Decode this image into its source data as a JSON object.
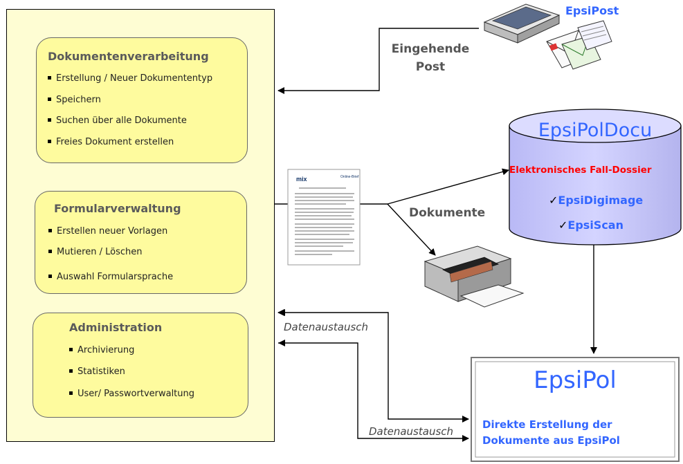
{
  "modules": [
    {
      "title": "Dokumentenverarbeitung",
      "items": [
        "Erstellung / Neuer Dokumententyp",
        "Speichern",
        "Suchen über alle Dokumente",
        "Freies Dokument erstellen"
      ]
    },
    {
      "title": "Formularverwaltung",
      "items": [
        "Erstellen neuer Vorlagen",
        "Mutieren / Löschen",
        "Auswahl Formularsprache"
      ]
    },
    {
      "title": "Administration",
      "items": [
        "Archivierung",
        "Statistiken",
        "User/ Passwortverwaltung"
      ]
    }
  ],
  "epsipost": {
    "label": "EpsiPost",
    "incoming": "Eingehende\nPost"
  },
  "docu": {
    "title": "EpsiPolDocu",
    "subtitle": "Elektronisches Fall-Dossier",
    "items": [
      "EpsiDigimage",
      "EpsiScan"
    ]
  },
  "dokumente_label": "Dokumente",
  "datenaustausch": [
    "Datenaustausch",
    "Datenaustausch"
  ],
  "epsipol": {
    "title": "EpsiPol",
    "subtitle": "Direkte Erstellung der\nDokumente aus EpsiPol"
  },
  "document_thumbnail": {
    "brand": "mix",
    "heading": "Online-Brief"
  },
  "colors": {
    "outer_bg": "#fefdd3",
    "panel_bg": "#fefb9e",
    "cylinder": "#ccccff",
    "accent_blue": "#3366ff",
    "dossier_red": "#ff0000"
  }
}
